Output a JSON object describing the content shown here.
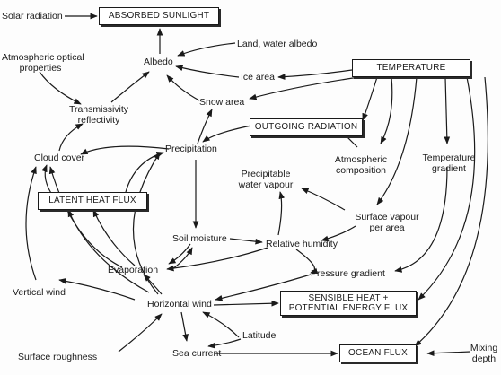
{
  "diagram": {
    "nodes": {
      "solar_radiation": "Solar radiation",
      "absorbed_sunlight": "ABSORBED SUNLIGHT",
      "atmospheric_optical_properties_l1": "Atmospheric optical",
      "atmospheric_optical_properties_l2": "properties",
      "albedo": "Albedo",
      "land_water_albedo": "Land, water albedo",
      "ice_area": "Ice area",
      "temperature": "TEMPERATURE",
      "transmissivity_l1": "Transmissivity",
      "transmissivity_l2": "reflectivity",
      "snow_area": "Snow area",
      "outgoing_radiation": "OUTGOING RADIATION",
      "cloud_cover": "Cloud cover",
      "precipitation": "Precipitation",
      "atmospheric_composition_l1": "Atmospheric",
      "atmospheric_composition_l2": "composition",
      "temperature_gradient_l1": "Temperature",
      "temperature_gradient_l2": "gradient",
      "precipitable_water_l1": "Precipitable",
      "precipitable_water_l2": "water vapour",
      "latent_heat_flux": "LATENT HEAT FLUX",
      "surface_vapour_l1": "Surface vapour",
      "surface_vapour_l2": "per area",
      "soil_moisture": "Soil moisture",
      "relative_humidity": "Relative humidity",
      "evaporation": "Evaporation",
      "pressure_gradient": "Pressure gradient",
      "vertical_wind": "Vertical wind",
      "horizontal_wind": "Horizontal wind",
      "sensible_heat_l1": "SENSIBLE HEAT +",
      "sensible_heat_l2": "POTENTIAL ENERGY FLUX",
      "latitude": "Latitude",
      "surface_roughness": "Surface roughness",
      "sea_current": "Sea current",
      "ocean_flux": "OCEAN FLUX",
      "mixing_depth_l1": "Mixing",
      "mixing_depth_l2": "depth"
    }
  }
}
